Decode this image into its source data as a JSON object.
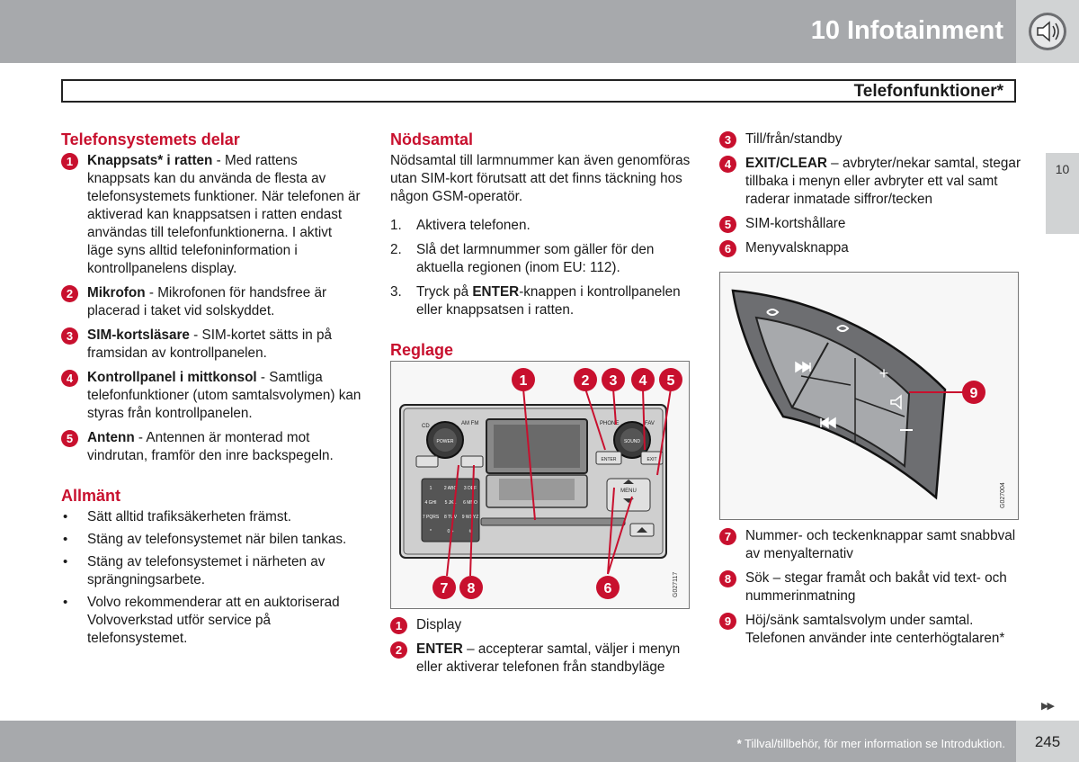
{
  "header": {
    "chapter_title": "10 Infotainment",
    "speaker_icon": "speaker-icon"
  },
  "section": {
    "title": "Telefonfunktioner*"
  },
  "side_tab": {
    "label": "10"
  },
  "col1": {
    "heading1": "Telefonsystemets delar",
    "items": [
      {
        "num": "1",
        "bold": "Knappsats* i ratten",
        "text": " - Med rattens knappsats kan du använda de flesta av telefonsystemets funktioner. När telefonen är aktiverad kan knappsatsen i ratten endast användas till telefonfunktionerna. I aktivt läge syns alltid telefoninformation i kontrollpanelens display."
      },
      {
        "num": "2",
        "bold": "Mikrofon",
        "text": " - Mikrofonen för handsfree är placerad i taket vid solskyddet."
      },
      {
        "num": "3",
        "bold": "SIM-kortsläsare",
        "text": " - SIM-kortet sätts in på framsidan av kontrollpanelen."
      },
      {
        "num": "4",
        "bold": "Kontrollpanel i mittkonsol",
        "text": " - Samtliga telefonfunktioner (utom samtalsvolymen) kan styras från kontrollpanelen."
      },
      {
        "num": "5",
        "bold": "Antenn",
        "text": " - Antennen är monterad mot vindrutan, framför den inre backspegeln."
      }
    ],
    "heading2": "Allmänt",
    "bullets": [
      "Sätt alltid trafiksäkerheten främst.",
      "Stäng av telefonsystemet när bilen tankas.",
      "Stäng av telefonsystemet i närheten av sprängningsarbete.",
      "Volvo rekommenderar att en auktoriserad Volvoverkstad utför service på telefonsystemet."
    ]
  },
  "col2": {
    "heading1": "Nödsamtal",
    "intro": "Nödsamtal till larmnummer kan även genomföras utan SIM-kort förutsatt att det finns täckning hos någon GSM-operatör.",
    "steps": [
      {
        "num": "1.",
        "pre": "Aktivera telefonen.",
        "bold": "",
        "post": ""
      },
      {
        "num": "2.",
        "pre": "Slå det larmnummer som gäller för den aktuella regionen (inom EU: 112).",
        "bold": "",
        "post": ""
      },
      {
        "num": "3.",
        "pre": "Tryck på ",
        "bold": "ENTER",
        "post": "-knappen i kontrollpanelen eller knappsatsen i ratten."
      }
    ],
    "heading2": "Reglage",
    "figure": {
      "callouts": [
        "1",
        "2",
        "3",
        "4",
        "5",
        "6",
        "7",
        "8"
      ],
      "code": "G027117",
      "labels": {
        "cd": "CD",
        "am_fm": "AM FM",
        "power": "POWER",
        "phone": "PHONE",
        "fav": "FAV",
        "sound": "SOUND",
        "enter": "ENTER",
        "exit": "EXIT",
        "menu": "MENU"
      },
      "keys": [
        "1",
        "2 ABC",
        "3 DEF",
        "4 GHI",
        "5 JKL",
        "6 MNO",
        "7 PQRS",
        "8 TUV",
        "9 WXYZ",
        "*",
        "0 +",
        "#"
      ]
    },
    "items": [
      {
        "num": "1",
        "bold": "",
        "text": "Display"
      },
      {
        "num": "2",
        "bold": "ENTER",
        "text": " – accepterar samtal, väljer i menyn eller aktiverar telefonen från standbyläge"
      }
    ]
  },
  "col3": {
    "items_top": [
      {
        "num": "3",
        "bold": "",
        "text": "Till/från/standby"
      },
      {
        "num": "4",
        "bold": "EXIT/CLEAR",
        "text": " – avbryter/nekar samtal, stegar tillbaka i menyn eller avbryter ett val samt raderar inmatade siffror/tecken"
      },
      {
        "num": "5",
        "bold": "",
        "text": "SIM-kortshållare"
      },
      {
        "num": "6",
        "bold": "",
        "text": "Menyvalsknappa"
      }
    ],
    "figure": {
      "callout": "9",
      "code": "G027004"
    },
    "items_bottom": [
      {
        "num": "7",
        "bold": "",
        "text": "Nummer- och teckenknappar samt snabbval av menyalternativ"
      },
      {
        "num": "8",
        "bold": "",
        "text": "Sök – stegar framåt och bakåt vid text- och nummerinmatning"
      },
      {
        "num": "9",
        "bold": "",
        "text": "Höj/sänk samtalsvolym under samtal. Telefonen använder inte centerhögtalaren*"
      }
    ]
  },
  "footer": {
    "note": "Tillval/tillbehör, för mer information se Introduktion.",
    "asterisk": "*",
    "page": "245",
    "continue_mark": "▶▶"
  },
  "colors": {
    "accent": "#c8102e",
    "band": "#a7a9ac",
    "light_band": "#d1d3d4"
  }
}
